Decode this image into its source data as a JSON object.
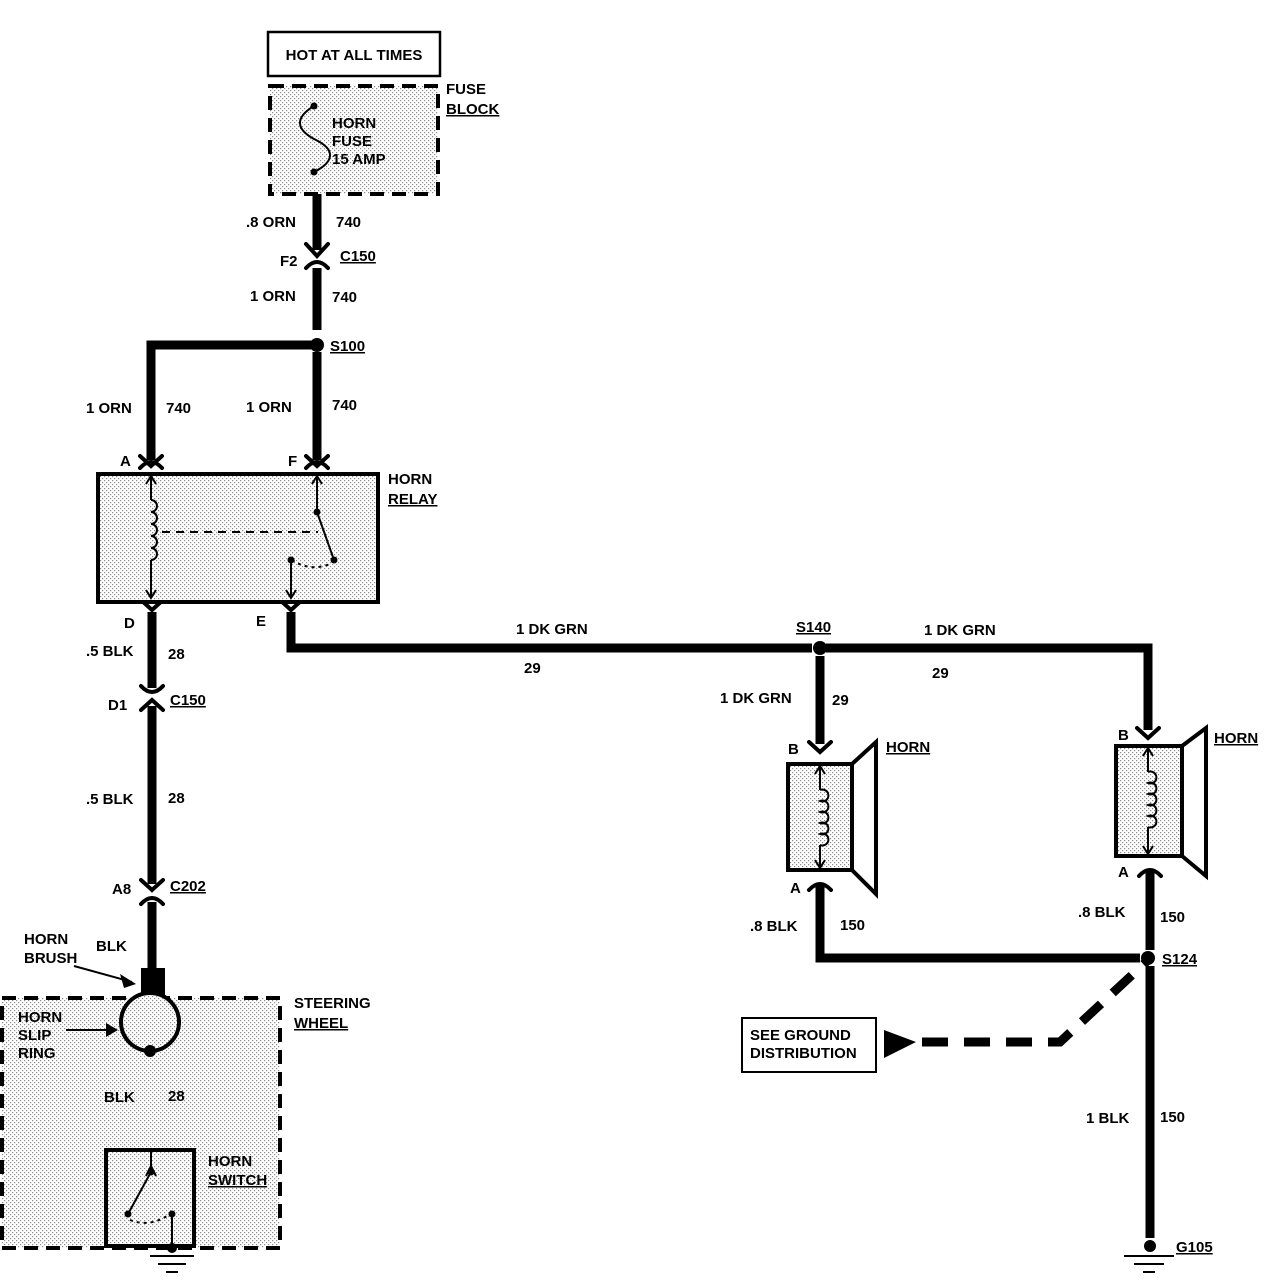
{
  "header": {
    "hot_label": "HOT AT ALL TIMES"
  },
  "fuse_block": {
    "title_line1": "FUSE",
    "title_line2": "BLOCK",
    "fuse_line1": "HORN",
    "fuse_line2": "FUSE",
    "fuse_line3": "15 AMP"
  },
  "wires": {
    "w1_color": ".8 ORN",
    "w1_circuit": "740",
    "w2_color": "1 ORN",
    "w2_circuit": "740",
    "w3_color": "1 ORN",
    "w3_circuit": "740",
    "w4_color": "1 ORN",
    "w4_circuit": "740",
    "w5_color": ".5 BLK",
    "w5_circuit": "28",
    "w6_color": ".5 BLK",
    "w6_circuit": "28",
    "w7_color": "BLK",
    "w8_color": "BLK",
    "w8_circuit": "28",
    "w9_color": "1 DK GRN",
    "w9_circuit": "29",
    "w10_color": "1 DK GRN",
    "w10_circuit": "29",
    "w11_color": "1 DK GRN",
    "w11_circuit": "29",
    "w12_color": ".8 BLK",
    "w12_circuit": "150",
    "w13_color": ".8 BLK",
    "w13_circuit": "150",
    "w14_color": "1 BLK",
    "w14_circuit": "150"
  },
  "connectors": {
    "c150_top": "C150",
    "c150_top_pin": "F2",
    "c150_bot": "C150",
    "c150_bot_pin": "D1",
    "c202": "C202",
    "c202_pin": "A8"
  },
  "splices": {
    "s100": "S100",
    "s140": "S140",
    "s124": "S124"
  },
  "grounds": {
    "g105": "G105"
  },
  "relay": {
    "title_line1": "HORN",
    "title_line2": "RELAY",
    "pin_a": "A",
    "pin_f": "F",
    "pin_d": "D",
    "pin_e": "E"
  },
  "steering": {
    "title_line1": "STEERING",
    "title_line2": "WHEEL",
    "brush_line1": "HORN",
    "brush_line2": "BRUSH",
    "ring_line1": "HORN",
    "ring_line2": "SLIP",
    "ring_line3": "RING",
    "switch_line1": "HORN",
    "switch_line2": "SWITCH"
  },
  "horn_left": {
    "title": "HORN",
    "pin_b": "B",
    "pin_a": "A"
  },
  "horn_right": {
    "title": "HORN",
    "pin_b": "B",
    "pin_a": "A"
  },
  "ground_dist": {
    "line1": "SEE GROUND",
    "line2": "DISTRIBUTION"
  },
  "colors": {
    "wire": "#000000",
    "shade": "#d9d9d9",
    "background": "#ffffff"
  }
}
